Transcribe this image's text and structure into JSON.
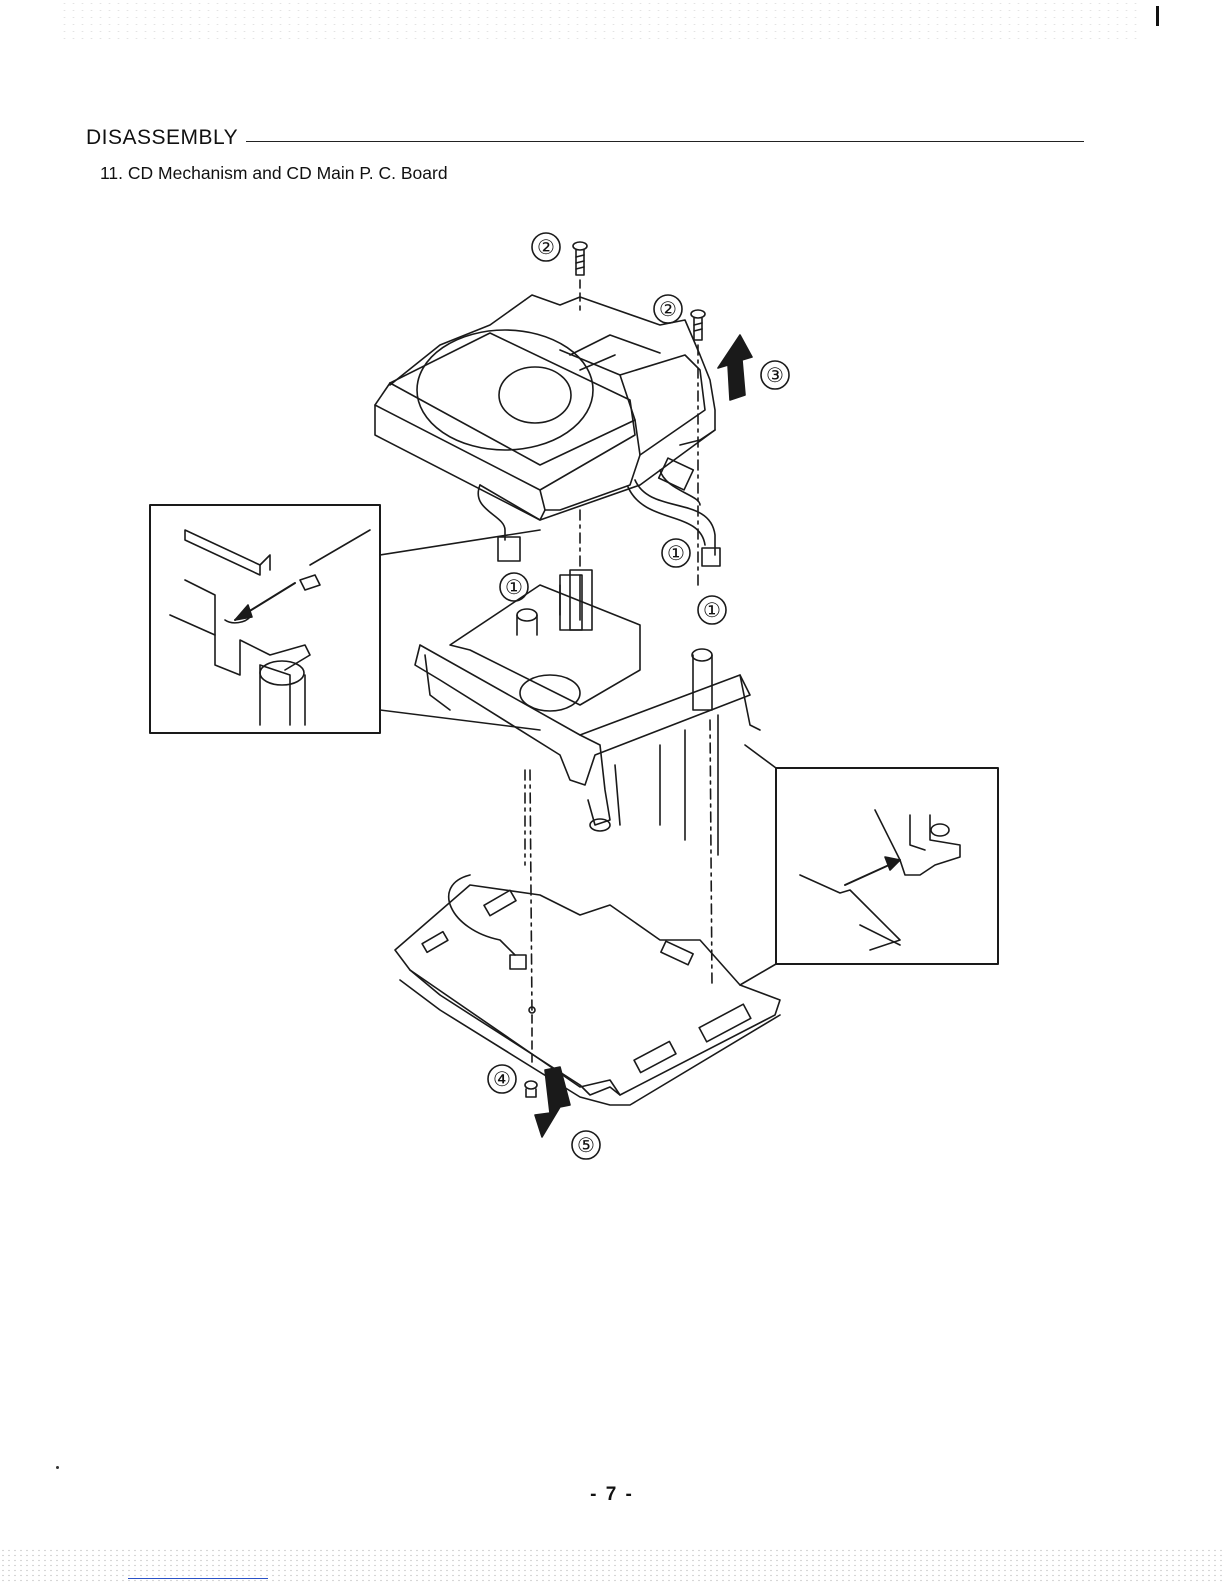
{
  "header": {
    "section_title": "DISASSEMBLY",
    "subsection_title": "11. CD Mechanism and CD Main P. C. Board"
  },
  "figure": {
    "callouts": [
      "①",
      "②",
      "③",
      "④",
      "⑤"
    ]
  },
  "footer": {
    "page_number": "- 7 -"
  }
}
